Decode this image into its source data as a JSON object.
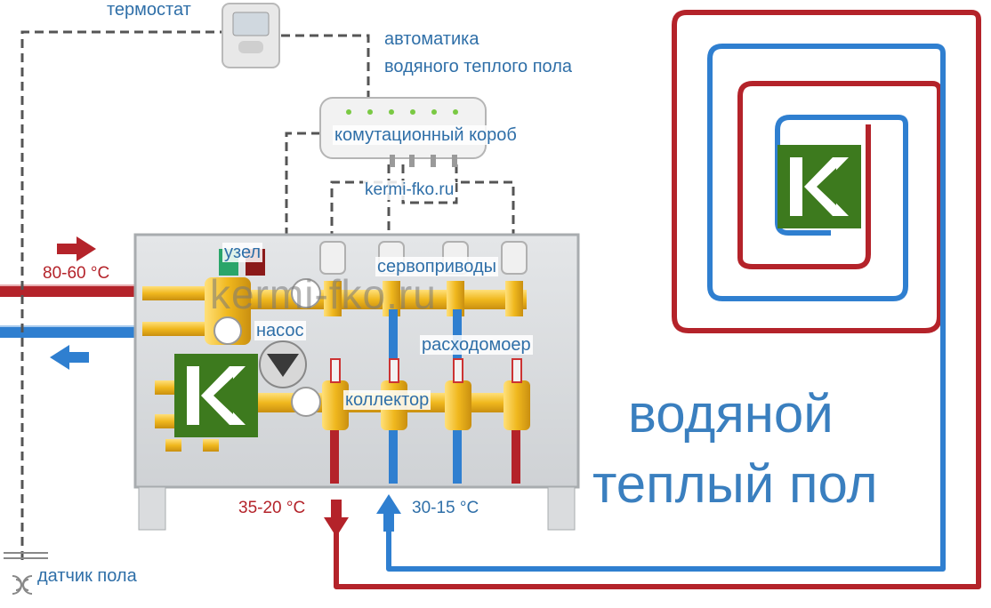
{
  "labels": {
    "thermostat": "термостат",
    "automation_line1": "автоматика",
    "automation_line2": "водяного теплого пола",
    "switch_box": "комутационный короб",
    "site_link": "kermi-fko.ru",
    "node": "узел",
    "servo": "сервоприводы",
    "pump": "насос",
    "flowmeter": "расходомоер",
    "collector": "коллектор",
    "floor_sensor": "датчик пола",
    "supply_temp": "80-60 °C",
    "floor_supply_temp": "35-20 °C",
    "floor_return_temp": "30-15 °C",
    "title_line1": "водяной",
    "title_line2": "теплый пол",
    "watermark": "kermi-fko.ru"
  },
  "colors": {
    "hot": "#b4232a",
    "cold": "#2f7fd0",
    "brass": "#f0b81e",
    "logo_green": "#3d7a1e",
    "label_blue": "#2f6fa8",
    "cabinet": "#d9dcdf"
  },
  "icons": {
    "logo": "kermi-k-logo",
    "arrow_in": "arrow-right-icon",
    "arrow_out": "arrow-left-icon",
    "arrow_down": "arrow-down-icon",
    "arrow_up": "arrow-up-icon"
  }
}
